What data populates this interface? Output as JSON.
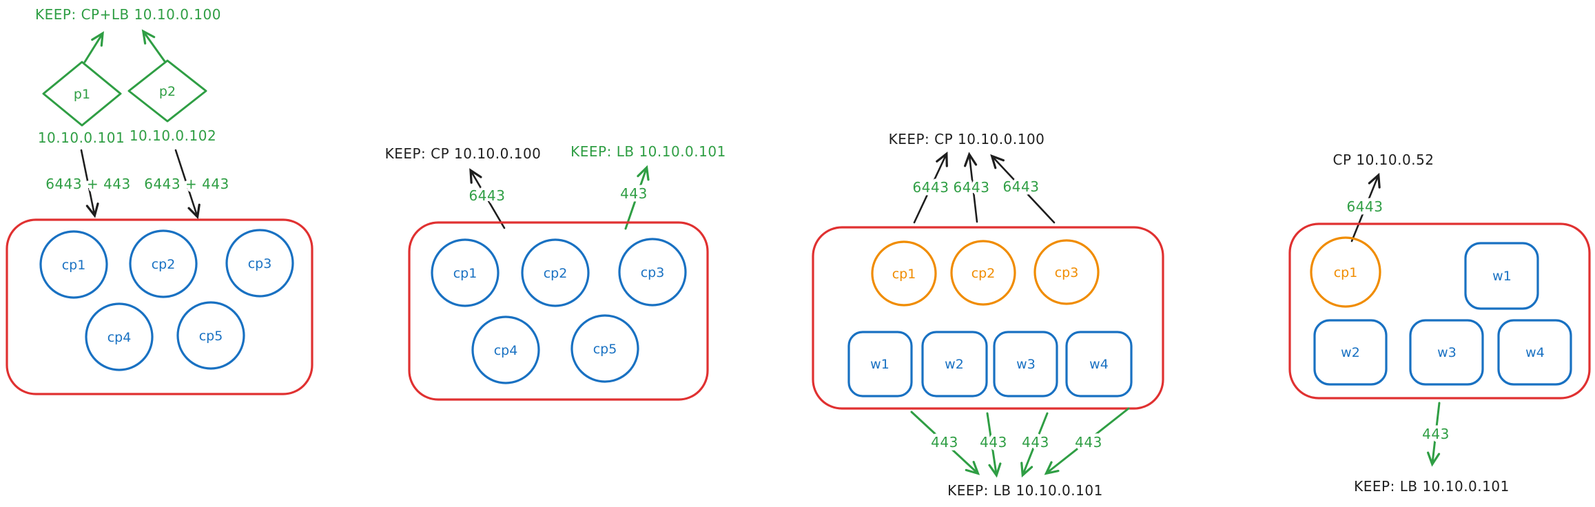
{
  "colors": {
    "green": "#2f9e44",
    "red": "#e03131",
    "blue": "#1971c2",
    "orange": "#f08c00",
    "ink": "#1e1e1e"
  },
  "cluster1": {
    "keep_label": "KEEP: CP+LB 10.10.0.100",
    "proxy1": {
      "name": "p1",
      "ip": "10.10.0.101",
      "ports": "6443 + 443"
    },
    "proxy2": {
      "name": "p2",
      "ip": "10.10.0.102",
      "ports": "6443 + 443"
    },
    "nodes": [
      "cp1",
      "cp2",
      "cp3",
      "cp4",
      "cp5"
    ]
  },
  "cluster2": {
    "keep_cp_label": "KEEP: CP 10.10.0.100",
    "keep_lb_label": "KEEP: LB 10.10.0.101",
    "cp_port": "6443",
    "lb_port": "443",
    "nodes": [
      "cp1",
      "cp2",
      "cp3",
      "cp4",
      "cp5"
    ]
  },
  "cluster3": {
    "keep_cp_label": "KEEP: CP 10.10.0.100",
    "keep_lb_label": "KEEP: LB 10.10.0.101",
    "cp_ports": [
      "6443",
      "6443",
      "6443"
    ],
    "lb_ports": [
      "443",
      "443",
      "443",
      "443"
    ],
    "control_nodes": [
      "cp1",
      "cp2",
      "cp3"
    ],
    "worker_nodes": [
      "w1",
      "w2",
      "w3",
      "w4"
    ]
  },
  "cluster4": {
    "cp_label": "CP 10.10.0.52",
    "keep_lb_label": "KEEP: LB 10.10.0.101",
    "cp_port": "6443",
    "lb_port": "443",
    "control_nodes": [
      "cp1"
    ],
    "worker_nodes": [
      "w1",
      "w2",
      "w3",
      "w4"
    ]
  }
}
